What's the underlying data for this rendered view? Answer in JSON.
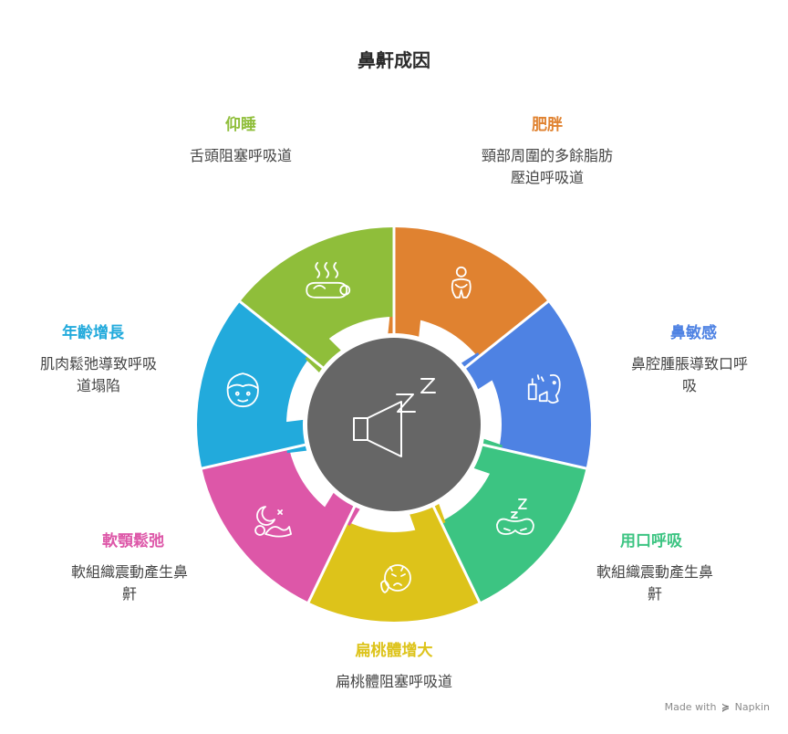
{
  "title": "鼻鼾成因",
  "segments": [
    {
      "title": "肥胖",
      "desc": "頸部周圍的多餘脂肪壓迫呼吸道",
      "color": "#E08230",
      "icon": "person-icon"
    },
    {
      "title": "鼻敏感",
      "desc": "鼻腔腫脹導致口呼吸",
      "color": "#4E82E3",
      "icon": "inhaler-icon"
    },
    {
      "title": "用口呼吸",
      "desc": "軟組織震動產生鼻鼾",
      "color": "#3CC482",
      "icon": "sleep-mask-icon"
    },
    {
      "title": "扁桃體增大",
      "desc": "扁桃體阻塞呼吸道",
      "color": "#DDC31A",
      "icon": "sick-face-icon"
    },
    {
      "title": "軟顎鬆弛",
      "desc": "軟組織震動產生鼻鼾",
      "color": "#DD57A8",
      "icon": "moon-sleep-icon"
    },
    {
      "title": "年齡增長",
      "desc": "肌肉鬆弛導致呼吸道塌陷",
      "color": "#22AADC",
      "icon": "elderly-face-icon"
    },
    {
      "title": "仰睡",
      "desc": "舌頭阻塞呼吸道",
      "color": "#8FBE3A",
      "icon": "lying-person-icon"
    }
  ],
  "center_icon": "snore-speaker-icon",
  "brand": {
    "prefix": "Made with",
    "name": "Napkin"
  }
}
